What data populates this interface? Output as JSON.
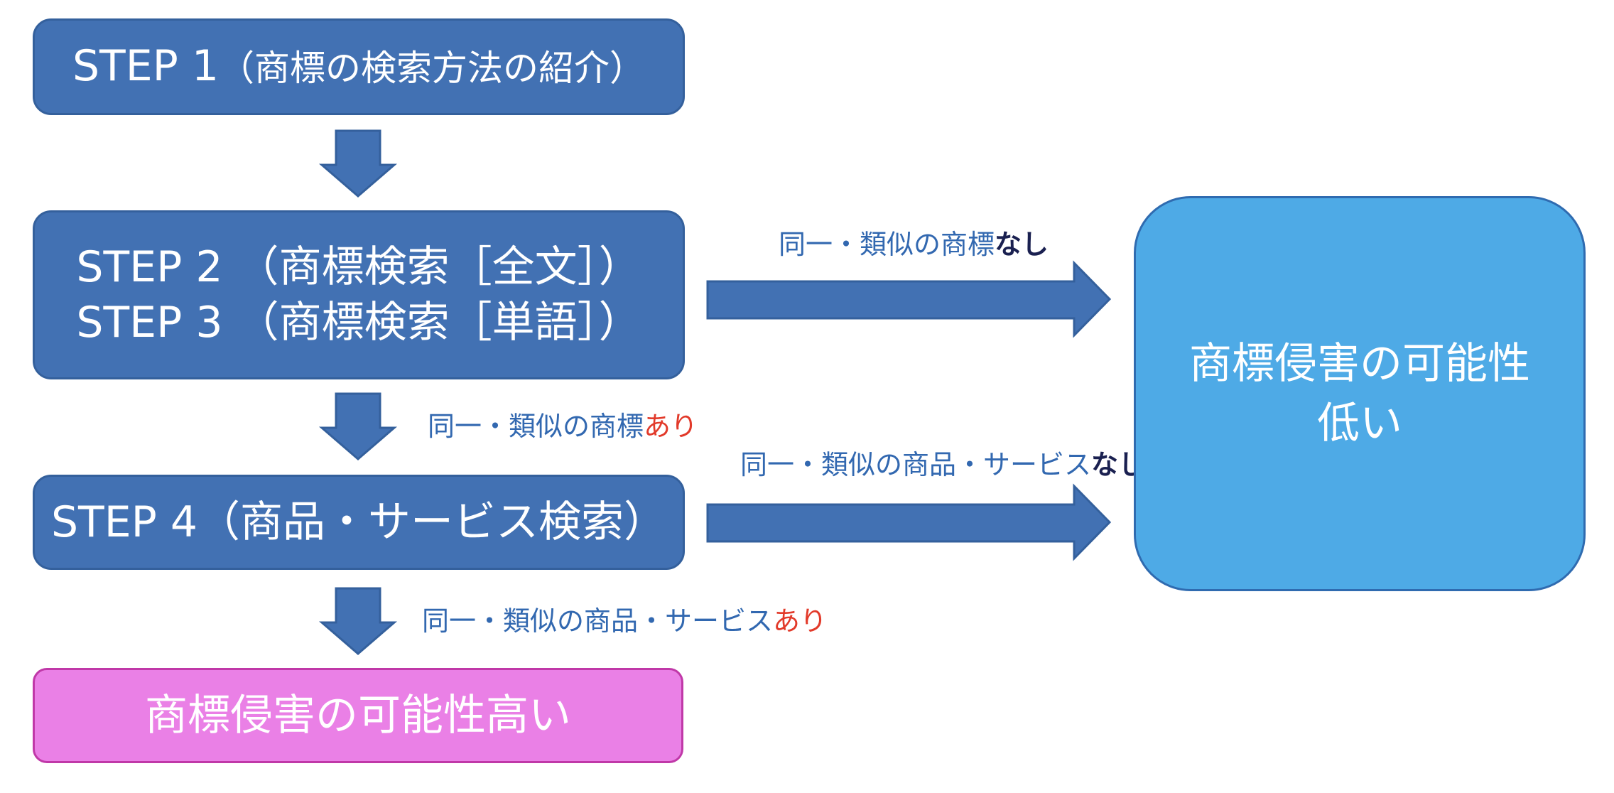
{
  "steps": {
    "step1": {
      "prefix": "STEP 1",
      "paren": "（商標の検索方法の紹介）"
    },
    "step23": {
      "line1": "STEP 2 （商標検索［全文］）",
      "line2": "STEP 3 （商標検索［単語］）"
    },
    "step4": {
      "prefix": "STEP 4",
      "paren": "（商品・サービス検索）"
    }
  },
  "results": {
    "high": "商標侵害の可能性高い",
    "low_line1": "商標侵害の可能性",
    "low_line2": "低い"
  },
  "labels": {
    "tm_none": {
      "base": "同一・類似の商標",
      "suffix": "なし"
    },
    "tm_exists": {
      "base": "同一・類似の商標",
      "suffix": "あり"
    },
    "goods_none": {
      "base": "同一・類似の商品・サービス",
      "suffix": "なし"
    },
    "goods_exists": {
      "base": "同一・類似の商品・サービス",
      "suffix": "あり"
    }
  },
  "colors": {
    "step_fill": "#4271b3",
    "arrow_fill": "#4271b3",
    "high_fill": "#ea80e6",
    "low_fill": "#4eaae6",
    "none_text": "#1a2050",
    "exists_text": "#e23a2a",
    "label_text": "#3268b0"
  }
}
